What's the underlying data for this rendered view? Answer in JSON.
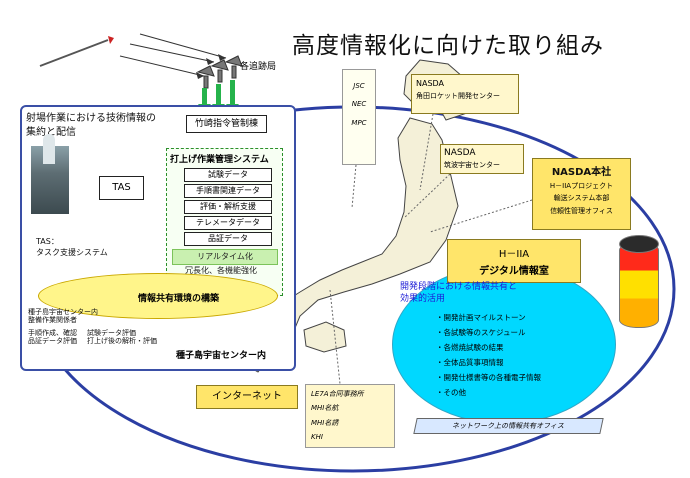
{
  "title": "高度情報化に向けた取り組み",
  "stations": {
    "label": "各追跡局"
  },
  "left_panel": {
    "header": [
      "射場作業における技術情報の",
      "集約と配信"
    ],
    "tas": "TAS",
    "tas_caption": "TAS：",
    "tas_caption2": "タスク支援システム",
    "takesaki": "竹崎指令管制棟",
    "mgmt_title": "打上げ作業管理システム",
    "mgmt_items": [
      "試験データ",
      "手順書関連データ",
      "評価・解析支援",
      "テレメータデータ",
      "品証データ"
    ],
    "realtime": "リアルタイム化",
    "redundancy": "冗長化、各機能強化",
    "env": "情報共有環境の構築",
    "notes": [
      "種子島宇宙センター内",
      "整備作業関係者",
      "手順作成、確認",
      "試験データ評価",
      "品証データ評価",
      "打上げ後の解析・評価"
    ],
    "center_name": "種子島宇宙センター内"
  },
  "jsc": [
    "JSC",
    "NEC",
    "MPC"
  ],
  "nasda_tanega": {
    "title": "NASDA",
    "sub": "角田ロケット開発センター"
  },
  "nasda_tsukuba": {
    "title": "NASDA",
    "sub": "筑波宇宙センター"
  },
  "nasda_hq": {
    "title": "NASDA本社",
    "items": [
      "H－IIAプロジェクト",
      "輸送システム本部",
      "信頼性管理オフィス"
    ]
  },
  "digital": {
    "line1": "H－IIA",
    "line2": "デジタル情報室"
  },
  "share": {
    "head1": "開発段階における情報共有と",
    "head2": "効果的活用",
    "items": [
      "・開発計画マイルストーン",
      "・各試験等のスケジュール",
      "・各燃焼試験の結果",
      "・全体品質事項情報",
      "・開発仕様書等の各種電子情報",
      "・その他"
    ]
  },
  "internet": "インターネット",
  "companies": [
    "LE7A合同事務所",
    "MHI名航",
    "MHI名誘",
    "KHI"
  ],
  "network": "ネットワーク上の情報共有オフィス",
  "colors": {
    "accent_blue": "#2a4fb3",
    "yellow_box": "#ffe56a",
    "cyan_area": "#00d8ff",
    "green_arrow": "#25b34b"
  }
}
